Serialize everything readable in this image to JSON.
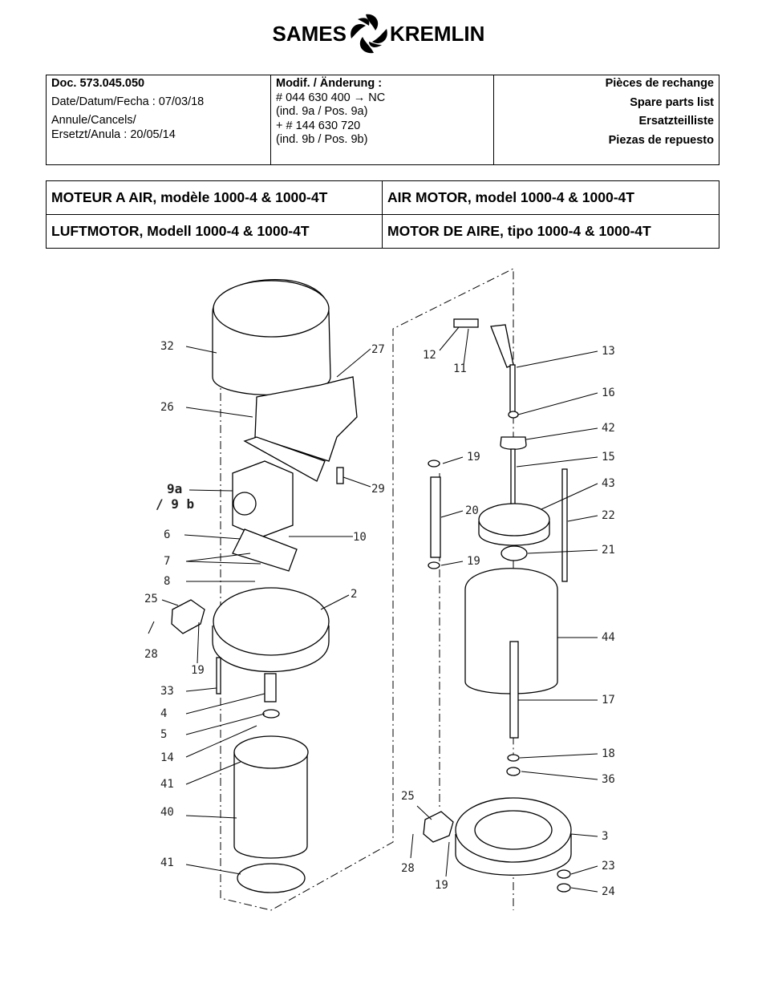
{
  "brand": {
    "left": "SAMES",
    "right": "KREMLIN"
  },
  "header": {
    "doc": "Doc. 573.045.050",
    "date": "Date/Datum/Fecha : 07/03/18",
    "cancels_1": "Annule/Cancels/",
    "cancels_2": "Ersetzt/Anula : 20/05/14",
    "modif_title": "Modif. / Änderung :",
    "modif_lines": [
      "# 044 630 400 → NC",
      "(ind. 9a / Pos. 9a)",
      "+ # 144 630 720",
      "(ind. 9b / Pos. 9b)"
    ],
    "list_titles": [
      "Pièces de rechange",
      "Spare parts list",
      "Ersatzteilliste",
      "Piezas de repuesto"
    ]
  },
  "titles": {
    "fr": "MOTEUR A AIR, modèle 1000-4 & 1000-4T",
    "en": "AIR MOTOR, model 1000-4 & 1000-4T",
    "de": "LUFTMOTOR, Modell 1000-4 & 1000-4T",
    "es": "MOTOR DE AIRE, tipo 1000-4 & 1000-4T"
  },
  "labels": {
    "l32": "32",
    "l27": "27",
    "l26": "26",
    "l29": "29",
    "l9a": "9a",
    "l9b": "/ 9 b",
    "l6": "6",
    "l10": "10",
    "l7": "7",
    "l8": "8",
    "l25a": "25",
    "l2": "2",
    "l28a": "28",
    "l19a": "19",
    "l33": "33",
    "l4": "4",
    "l5": "5",
    "l14": "14",
    "l41a": "41",
    "l40": "40",
    "l41b": "41",
    "l12": "12",
    "l11": "11",
    "l13": "13",
    "l16": "16",
    "l42": "42",
    "l19b": "19",
    "l15": "15",
    "l43": "43",
    "l20": "20",
    "l22": "22",
    "l19c": "19",
    "l21": "21",
    "l44": "44",
    "l17": "17",
    "l18": "18",
    "l36": "36",
    "l25b": "25",
    "l3": "3",
    "l28b": "28",
    "l23": "23",
    "l19d": "19",
    "l24": "24"
  }
}
